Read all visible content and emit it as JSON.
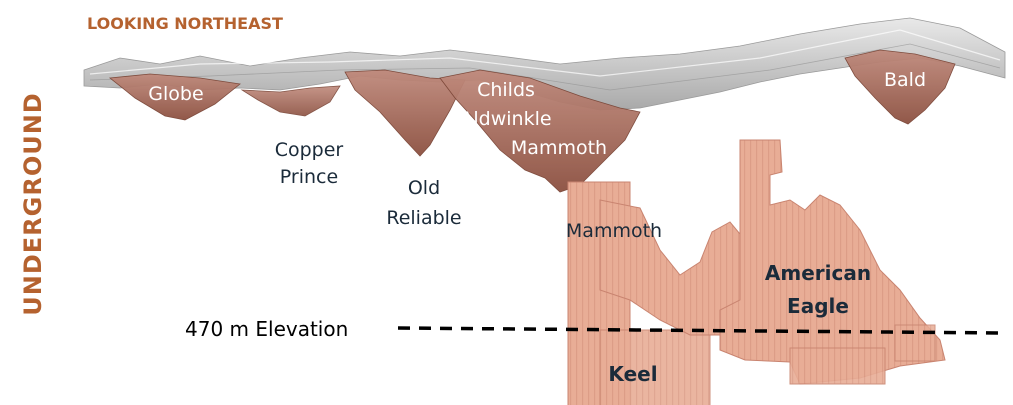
{
  "header": {
    "view_direction": "LOOKING NORTHEAST"
  },
  "side_label": "UNDERGROUND",
  "surface_pits": [
    {
      "label": "Globe"
    },
    {
      "label": "Copper\nPrince"
    },
    {
      "label": "Old\nReliable"
    },
    {
      "label": "Childs\nAldwinkle\nMammoth"
    },
    {
      "label": "Bald"
    }
  ],
  "underground_zones": [
    {
      "label": "Mammoth"
    },
    {
      "label": "American\nEagle"
    },
    {
      "label": "Keel"
    }
  ],
  "elevation_line": {
    "label": "470 m Elevation"
  },
  "colors": {
    "accent": "#b5622f",
    "label_text": "#1b2b3a",
    "pit_fill": "#a4685a",
    "terrain_gray": "#bdbdbd",
    "underground_fill": "#e5a891",
    "underground_edge": "#c98470"
  }
}
